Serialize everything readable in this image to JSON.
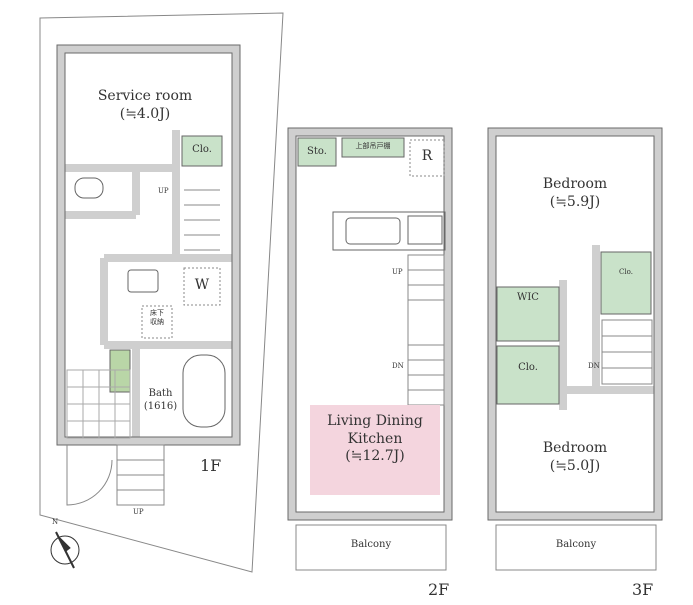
{
  "colors": {
    "wall": "#cfcfcf",
    "outline": "#6a6a6a",
    "storage": "#c9e2c9",
    "ldk": "#f4d5de",
    "entry_green": "#b9d6a7"
  },
  "floor1": {
    "label": "1F",
    "service_room": {
      "name": "Service room",
      "size": "(≒4.0J)"
    },
    "closet": "Clo.",
    "washer": "W",
    "underfloor_storage": [
      "床下",
      "収納"
    ],
    "bath": {
      "name": "Bath",
      "size": "(1616)"
    },
    "stairs_up": "UP",
    "exterior_up": "UP"
  },
  "floor2": {
    "label": "2F",
    "storage": "Sto.",
    "upper_cabinet": "上部吊戸棚",
    "fridge": "R",
    "stairs_up": "UP",
    "stairs_down": "DN",
    "ldk": {
      "line1": "Living Dining",
      "line2": "Kitchen",
      "size": "(≒12.7J)"
    },
    "balcony": "Balcony"
  },
  "floor3": {
    "label": "3F",
    "bedroom1": {
      "name": "Bedroom",
      "size": "(≒5.9J)"
    },
    "wic": "WIC",
    "closet1": "Clo.",
    "closet2": "Clo.",
    "stairs_down": "DN",
    "bedroom2": {
      "name": "Bedroom",
      "size": "(≒5.0J)"
    },
    "balcony": "Balcony"
  },
  "compass": {
    "north": "N"
  }
}
